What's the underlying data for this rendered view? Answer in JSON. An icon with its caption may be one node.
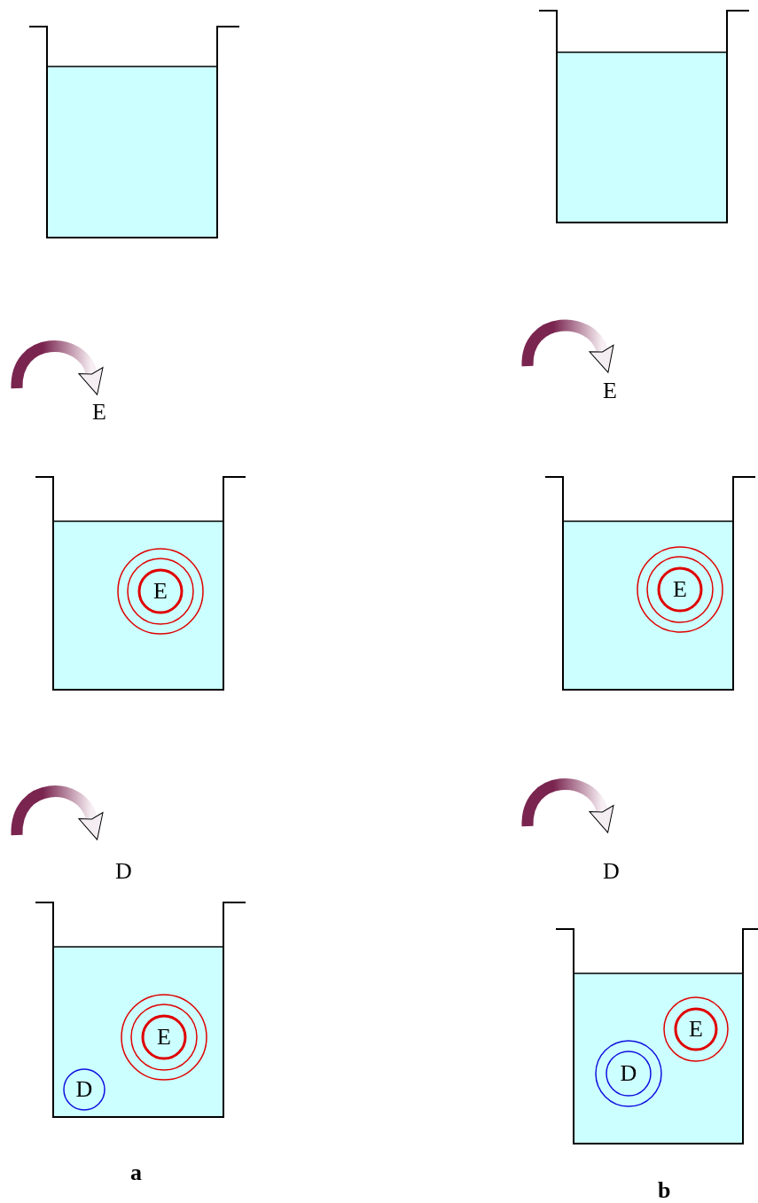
{
  "diagram": {
    "nodes": [
      {
        "text": [],
        "shape": "beaker"
      },
      {
        "text": [],
        "shape": "beaker"
      },
      {
        "text": [],
        "shape": "beaker"
      },
      {
        "text": [
          "E"
        ],
        "in": 2
      },
      {
        "text": [],
        "shape": "beaker"
      },
      {
        "text": [
          "E"
        ],
        "in": 4
      },
      {
        "text": [],
        "shape": "beaker"
      },
      {
        "text": [
          "E"
        ],
        "in": 6
      },
      {
        "text": [
          "D"
        ],
        "in": 6
      },
      {
        "text": [],
        "shape": "beaker"
      },
      {
        "text": [
          "E"
        ],
        "in": 9
      },
      {
        "text": [
          "D"
        ],
        "in": 9
      }
    ],
    "labels": [
      "E",
      "E",
      "D",
      "D",
      "a",
      "b"
    ]
  }
}
